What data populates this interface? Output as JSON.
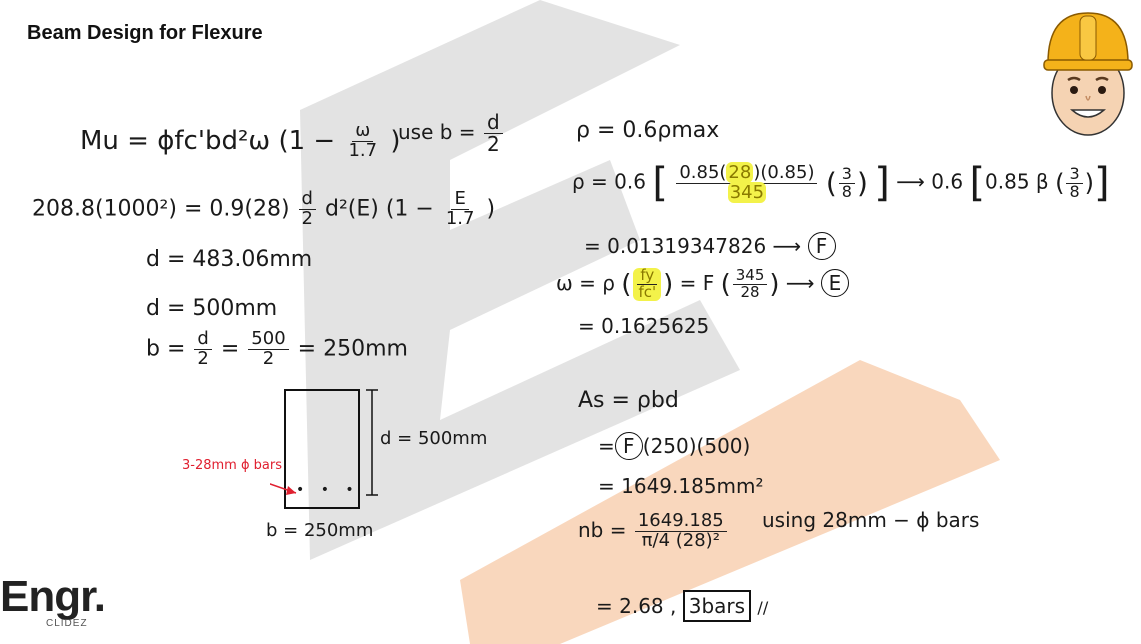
{
  "header": {
    "title": "Beam Design for Flexure"
  },
  "brand": {
    "logo_text": "Engr.",
    "sub_text": "CLIDEZ",
    "accent_orange": "#f07a1a",
    "watermark_gray": "#d6d6d6"
  },
  "left": {
    "formula_main": {
      "lhs": "Mu = ϕfc'bd²ω (1 −",
      "frac_num": "ω",
      "frac_den": "1.7",
      "tail": ")"
    },
    "use_b": {
      "text": "use b =",
      "num": "d",
      "den": "2"
    },
    "sub": {
      "lhs": "208.8(1000²) = 0.9(28)",
      "d_num": "d",
      "d_den": "2",
      "mid": "d²(E) (1 −",
      "e_num": "E",
      "e_den": "1.7",
      "tail": ")"
    },
    "d_calc": "d = 483.06mm",
    "d_round": "d = 500mm",
    "b_calc": {
      "lhs": "b =",
      "n1": "d",
      "d1": "2",
      "eq": "=",
      "n2": "500",
      "d2": "2",
      "result": "= 250mm"
    },
    "section": {
      "d_label": "d = 500mm",
      "b_label": "b = 250mm",
      "bars_label": "3-28mm ϕ bars",
      "dots": "• • •"
    }
  },
  "right": {
    "rho_def": "ρ = 0.6ρmax",
    "rho_expr": {
      "lhs": "ρ = 0.6",
      "num_a": "0.85(",
      "num_hl": "28",
      "num_b": ")(0.85)",
      "den_hl": "345",
      "f_num": "3",
      "f_den": "8",
      "arrow": "⟶",
      "simp": "0.6",
      "simp_in": "0.85 β",
      "s_num": "3",
      "s_den": "8"
    },
    "rho_val": "= 0.01319347826 ⟶",
    "rho_store": "F",
    "omega": {
      "lhs": "ω = ρ",
      "fy": "fy",
      "fc": "fc'",
      "mid": "= F",
      "n": "345",
      "d": "28",
      "arrow": "⟶",
      "store": "E"
    },
    "omega_val": "= 0.1625625",
    "as_def": "As = ρbd",
    "as_sub": {
      "store": "F",
      "rest": "(250)(500)"
    },
    "as_val": "= 1649.185mm²",
    "nb": {
      "lhs": "nb =",
      "num": "1649.185",
      "den": "π/4 (28)²"
    },
    "using": "using 28mm − ϕ bars",
    "nb_val": "= 2.68 ,",
    "nb_box": "3bars",
    "ticks": "//"
  }
}
